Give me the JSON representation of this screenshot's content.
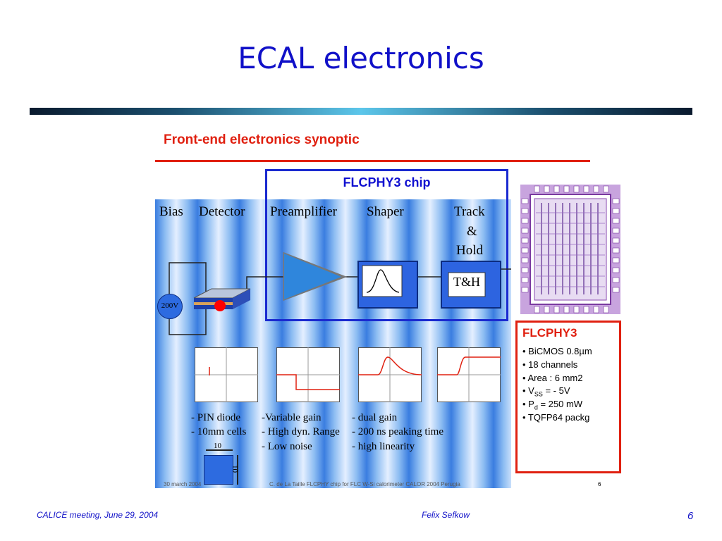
{
  "slide": {
    "title": "ECAL electronics",
    "subtitle": "Front-end electronics synoptic"
  },
  "diagram": {
    "chip_label": "FLCPHY3 chip",
    "column_labels": {
      "bias": "Bias",
      "detector": "Detector",
      "preamplifier": "Preamplifier",
      "shaper": "Shaper",
      "track_line1": "Track",
      "track_line2": "&",
      "track_line3": "Hold"
    },
    "source_label": "200V",
    "th_label": "T&H",
    "notes": {
      "detector": [
        "- PIN diode",
        "- 10mm cells"
      ],
      "preamp": [
        "-Variable gain",
        "- High dyn. Range",
        "- Low noise"
      ],
      "shaper": [
        "- dual gain",
        "- 200 ns peaking time",
        "- high linearity"
      ]
    },
    "cell_dim_top": "10",
    "cell_dim_side": "10",
    "inner_footer": {
      "date": "30 march 2004",
      "center": "C. de La Taille    FLCPHY chip for FLC W-Si calorimeter    CALOR 2004  Perugia",
      "page": "6"
    }
  },
  "info": {
    "title": "FLCPHY3",
    "items": [
      "• BiCMOS 0.8µm",
      "• 18 channels",
      "• Area : 6 mm2",
      "• V",
      "• P",
      "• TQFP64 packg"
    ],
    "vss_sub": "SS",
    "vss_rest": " = - 5V",
    "pd_sub": "d",
    "pd_rest": " = 250 mW"
  },
  "footer": {
    "left": "CALICE meeting, June 29, 2004",
    "center": "Felix Sefkow",
    "page": "6"
  },
  "colors": {
    "title": "#1010c8",
    "accent_red": "#e02010",
    "chip_border": "#1a2ad0",
    "block_blue": "#2d64e0"
  }
}
